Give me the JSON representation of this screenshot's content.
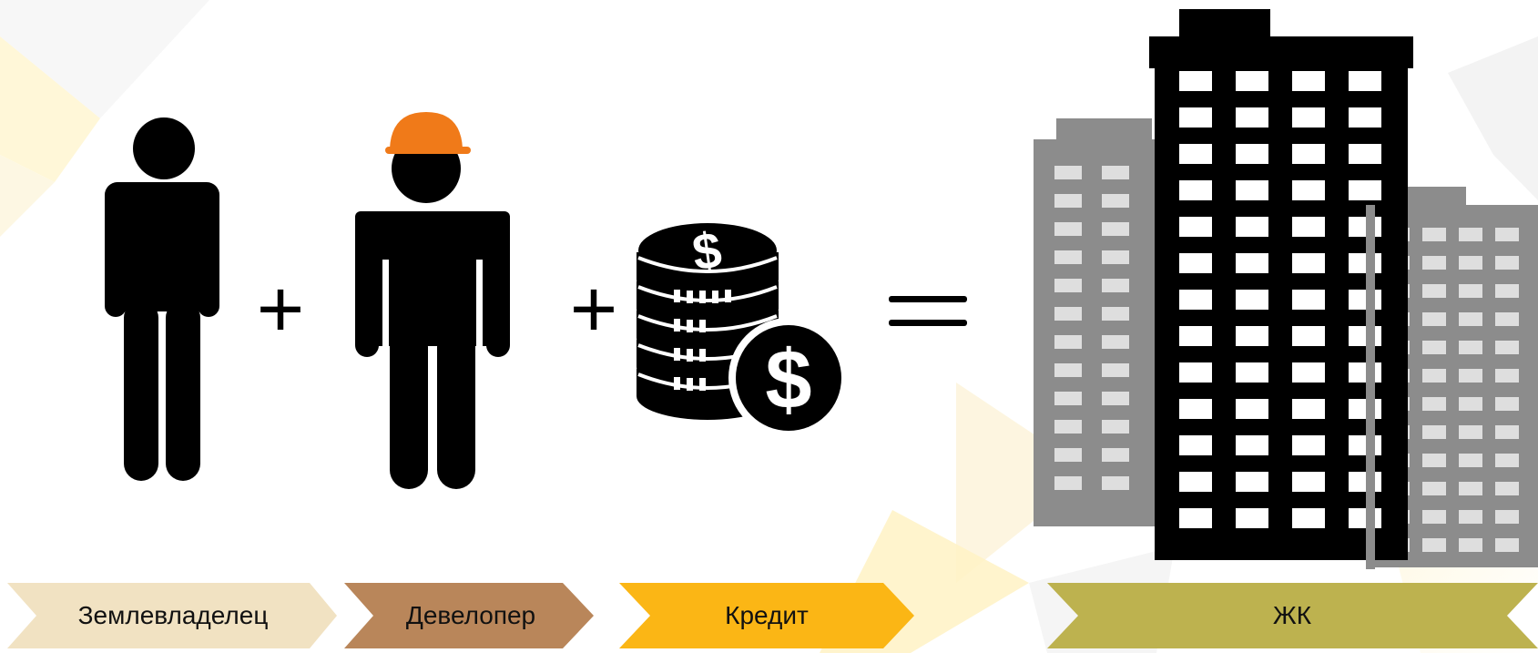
{
  "colors": {
    "landowner": "#f1e2c2",
    "developer": "#b9865a",
    "credit": "#fbb615",
    "complex": "#bdb24f",
    "hardhat": "#f07a19",
    "figure": "#000000",
    "side_building": "#8c8c8c",
    "window_side": "#dedede"
  },
  "labels": {
    "landowner": "Землевладелец",
    "developer": "Девелопер",
    "credit": "Кредит",
    "complex": "ЖК"
  },
  "operators": {
    "plus1": "+",
    "plus2": "+",
    "equals": "="
  },
  "icons": [
    "person-icon",
    "builder-icon",
    "coins-stack-icon",
    "dollar-coin-icon",
    "apartment-buildings-icon"
  ]
}
